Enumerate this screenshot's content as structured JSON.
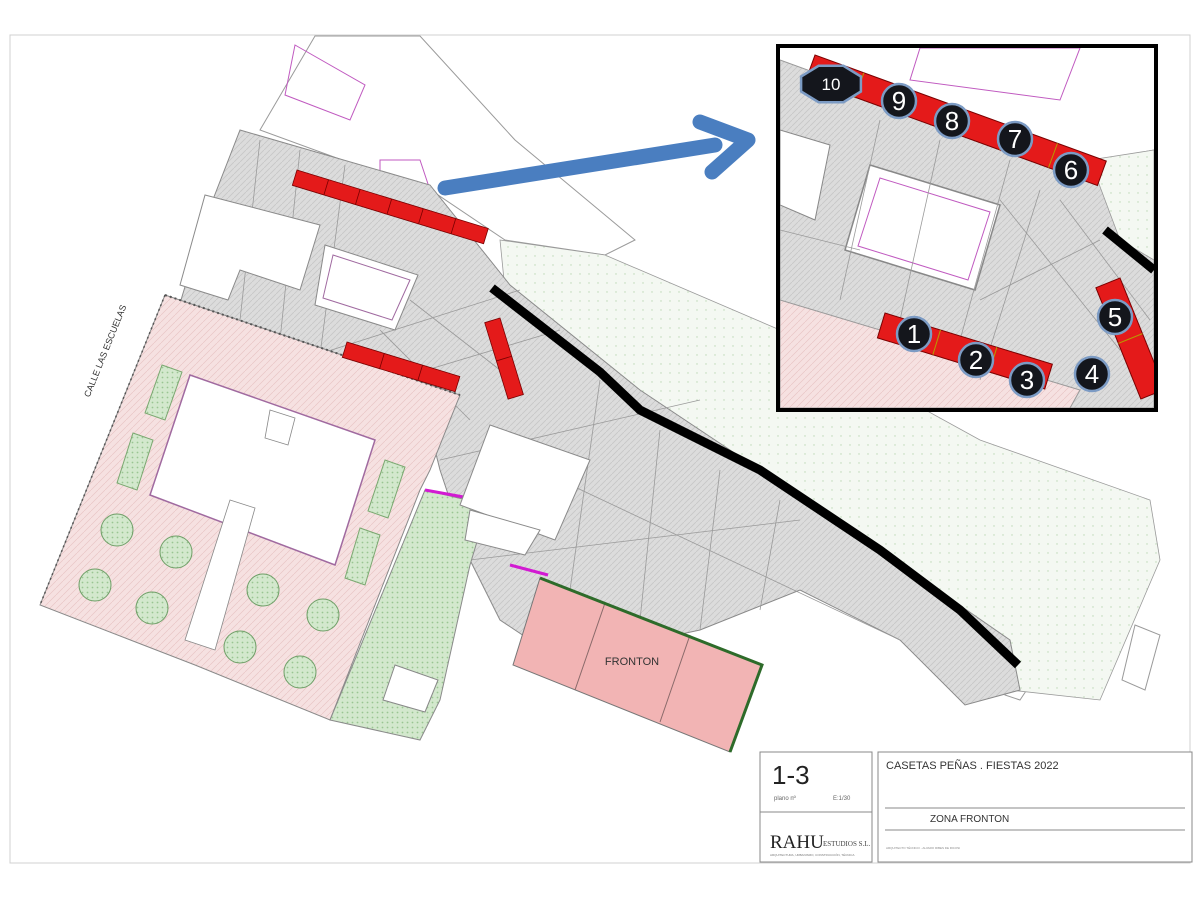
{
  "street_label": "CALLE LAS ESCUELAS",
  "fronton_label": "FRONTON",
  "inset": {
    "markers": [
      {
        "num": "10",
        "shape": "octagon"
      },
      {
        "num": "9",
        "shape": "circle"
      },
      {
        "num": "8",
        "shape": "circle"
      },
      {
        "num": "7",
        "shape": "circle"
      },
      {
        "num": "6",
        "shape": "circle"
      },
      {
        "num": "5",
        "shape": "circle"
      },
      {
        "num": "4",
        "shape": "circle"
      },
      {
        "num": "3",
        "shape": "circle"
      },
      {
        "num": "2",
        "shape": "circle"
      },
      {
        "num": "1",
        "shape": "circle"
      }
    ]
  },
  "title_block": {
    "sheet": "1-3",
    "sheet_caption": "plano nº",
    "scale": "E:1/30",
    "company": "RAHU",
    "company_suffix": "ESTUDIOS S.L.",
    "company_tagline": "ARQUITECTURA, URBANISMO, CONSTRUCCIÓN, TÉCNICA",
    "project_title": "CASETAS PEÑAS . FIESTAS 2022",
    "zone": "ZONA FRONTON",
    "author": "ARQUITECTO TÉCNICO - ALVARO RIBES DE RICOSI"
  },
  "colors": {
    "booth_red": "#e41a1a",
    "arrow_blue": "#4a7ec0",
    "marker_dark": "#14161c",
    "marker_ring": "#7c9bc4",
    "fronton_pink": "#f2b4b4",
    "garden_pink": "#f6e1e1",
    "green_area": "#cfe5c8",
    "paving_grey": "#dcdcdc",
    "wall_black": "#000000"
  }
}
